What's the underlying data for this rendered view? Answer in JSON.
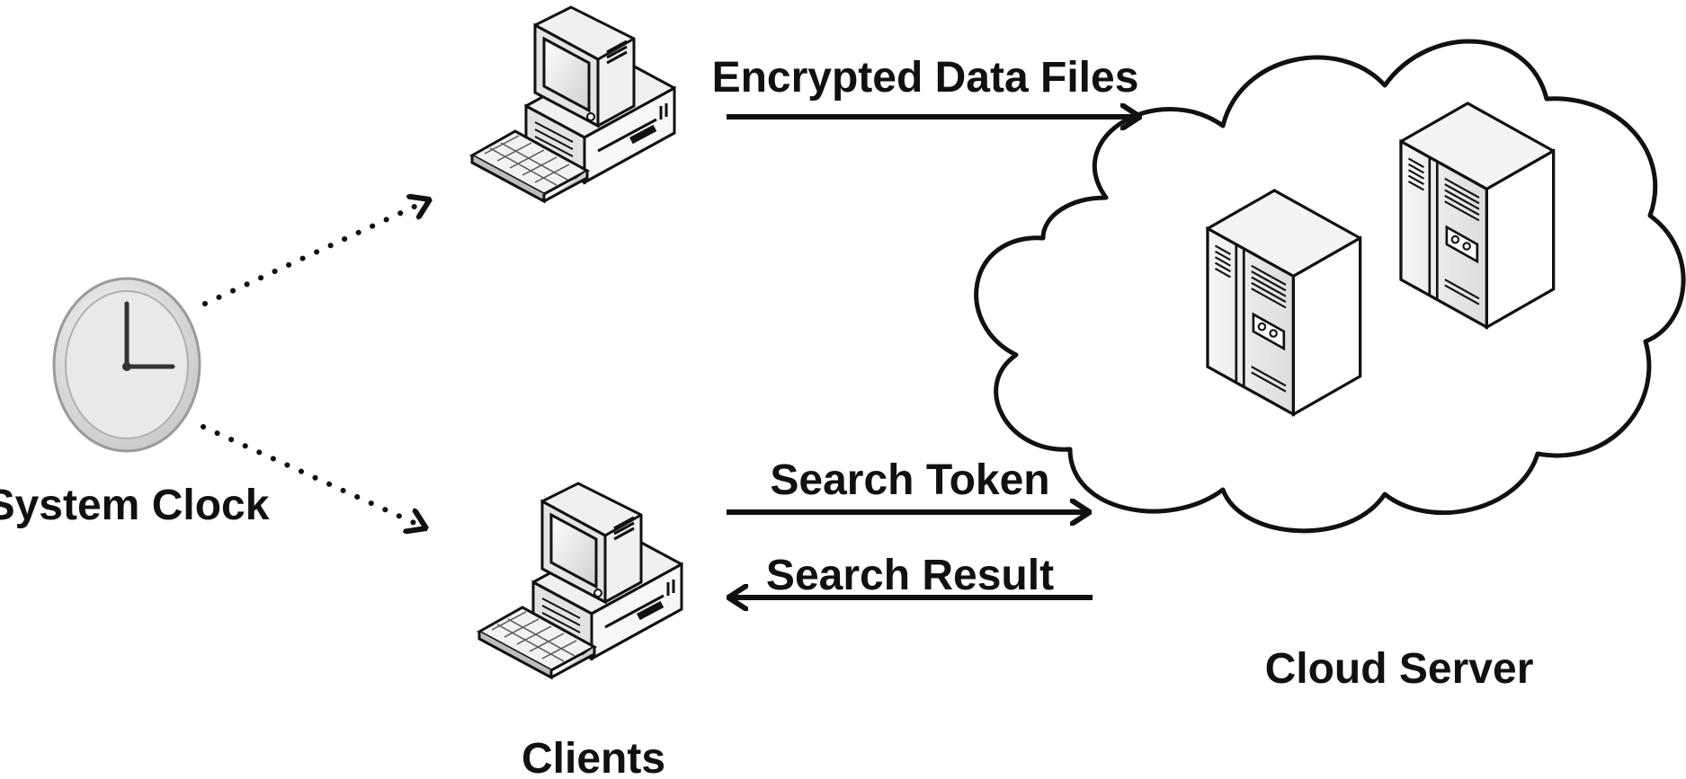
{
  "labels": {
    "system_clock": "System Clock",
    "clients": "Clients",
    "cloud_server": "Cloud Server"
  },
  "flows": {
    "encrypted_data_files": "Encrypted Data Files",
    "search_token": "Search Token",
    "search_result": "Search Result"
  },
  "icons": {
    "clock": "clock-icon",
    "client_computer": "desktop-computer-icon",
    "server": "server-tower-icon",
    "cloud": "cloud-icon"
  },
  "colors": {
    "ink": "#111111",
    "device_face": "#f2f2f2",
    "device_shade": "#d2d2d2",
    "clock_face": "#e6e6e6"
  }
}
